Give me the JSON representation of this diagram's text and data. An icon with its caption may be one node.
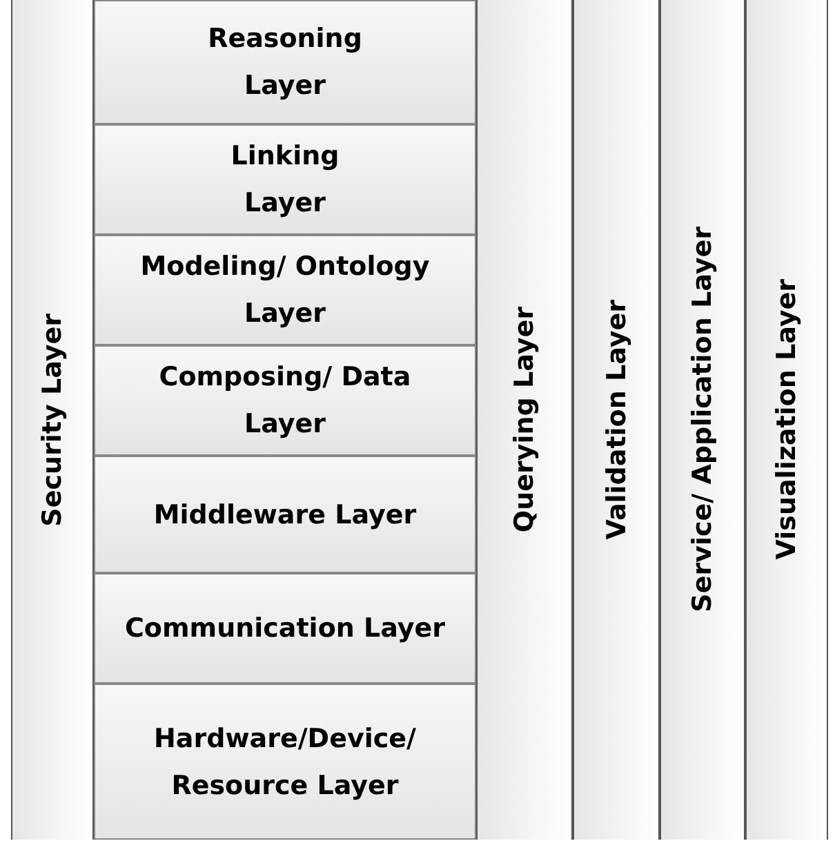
{
  "diagram": {
    "nodes": [
      {
        "text": [
          "Security Layer"
        ]
      },
      {
        "text": [
          "Reasoning Layer"
        ]
      },
      {
        "text": [
          "Linking Layer"
        ]
      },
      {
        "text": [
          "Modeling/ Ontology Layer"
        ]
      },
      {
        "text": [
          "Composing/ Data Layer"
        ]
      },
      {
        "text": [
          "Middleware Layer"
        ]
      },
      {
        "text": [
          "Communication Layer"
        ]
      },
      {
        "text": [
          "Hardware/Device/ Resource Layer"
        ]
      },
      {
        "text": [
          "Querying Layer"
        ]
      },
      {
        "text": [
          "Validation Layer"
        ]
      },
      {
        "text": [
          "Service/ Application Layer"
        ]
      },
      {
        "text": [
          "Visualization Layer"
        ]
      }
    ]
  }
}
